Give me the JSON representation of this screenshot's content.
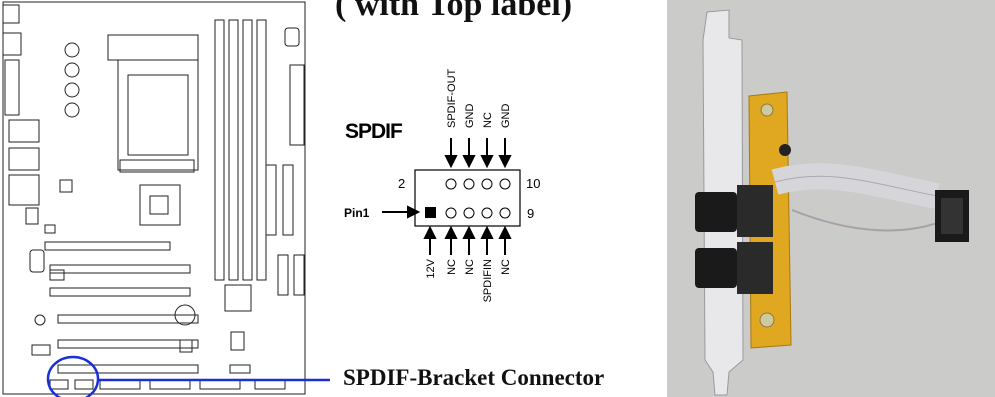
{
  "header": {
    "text": "( with Top label)"
  },
  "diagram": {
    "title": "SPDIF",
    "pin_label": "Pin1",
    "left_number": "2",
    "right_top_number": "10",
    "right_bottom_number": "9",
    "top_signals": [
      "SPDIF-OUT",
      "GND",
      "NC",
      "GND"
    ],
    "bottom_signals": [
      "12V",
      "NC",
      "NC",
      "SPDIFIN",
      "NC"
    ]
  },
  "caption": {
    "text": "SPDIF-Bracket Connector"
  },
  "colors": {
    "highlight_circle": "#1a2fd6",
    "bracket_pcb": "#e0a820",
    "cable": "#c8c8cc"
  }
}
